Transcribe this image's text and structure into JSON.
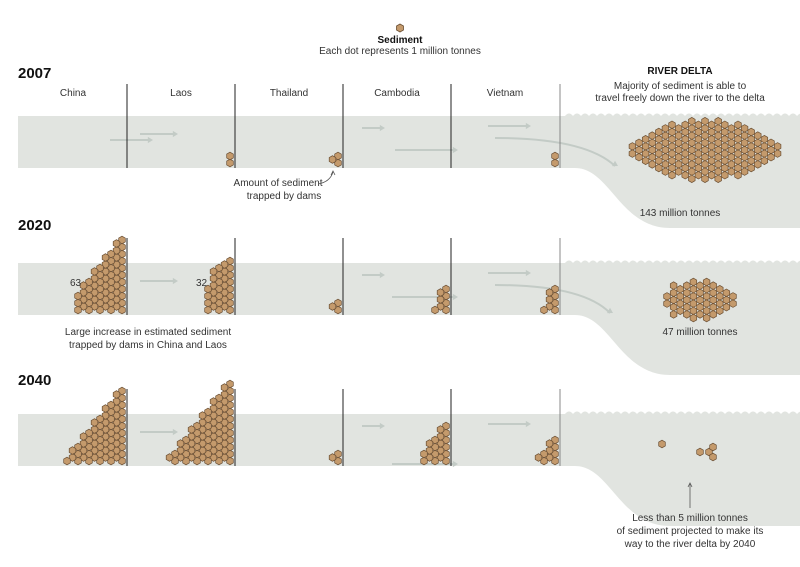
{
  "legend": {
    "title": "Sediment",
    "subtitle": "Each dot represents 1 million tonnes"
  },
  "countries": [
    "China",
    "Laos",
    "Thailand",
    "Cambodia",
    "Vietnam"
  ],
  "delta": {
    "heading": "RIVER DELTA",
    "desc_line1": "Majority of sediment is able to",
    "desc_line2": "travel freely down the river to the delta"
  },
  "colors": {
    "river": "#e1e4e0",
    "dot": "#c49a6c",
    "dot_stroke": "#6b4f33",
    "arrow": "#c3cbc6"
  },
  "panels": [
    {
      "year": "2007",
      "trapped": [
        0,
        2,
        3,
        0,
        2
      ],
      "delta_mt": 143,
      "delta_label": "143 million tonnes",
      "note_line1": "Amount of sediment",
      "note_line2": "trapped by dams"
    },
    {
      "year": "2020",
      "trapped": [
        63,
        32,
        3,
        8,
        8
      ],
      "pile_labels": [
        "63",
        "32"
      ],
      "delta_mt": 47,
      "delta_label": "47 million tonnes",
      "note_line1": "Large increase in estimated sediment",
      "note_line2": "trapped by dams in China and Laos"
    },
    {
      "year": "2040",
      "trapped": [
        66,
        78,
        3,
        20,
        10
      ],
      "delta_mt": 5,
      "note_line1": "Less than 5 million tonnes",
      "note_line2": "of sediment projected to make its",
      "note_line3": "way to the river delta by 2040"
    }
  ]
}
